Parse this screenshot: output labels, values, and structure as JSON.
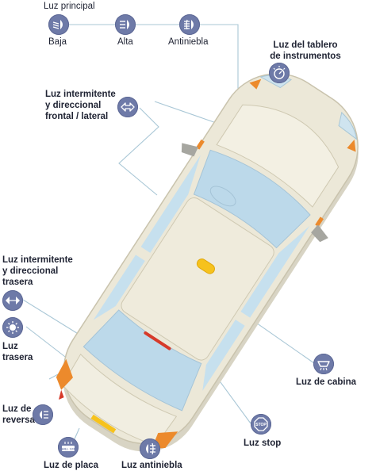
{
  "colors": {
    "icon_fill": "#6e7aa8",
    "car_body": "#ece8d8",
    "glass": "#bcd9ea",
    "indicator_orange": "#ec8a2c",
    "cabin_light": "#f6c21d",
    "leader_lines": "#a9c7d6"
  },
  "headlights": {
    "group_title": "Luz principal",
    "low_label": "Baja",
    "high_label": "Alta",
    "fog_label": "Antiniebla"
  },
  "dashboard_label": "Luz del tablero\nde instrumentos",
  "front_indicator_label": "Luz intermitente\ny direccional\nfrontal / lateral",
  "rear_indicator_label": "Luz intermitente\ny direccional\ntrasera",
  "tail_label": "Luz\ntrasera",
  "reverse_label": "Luz de\nreversa",
  "plate_label": "Luz de placa",
  "rear_fog_label": "Luz antiniebla",
  "cabin_label": "Luz de cabina",
  "stop_label": "Luz stop",
  "icons": {
    "low_beam": "low-beam-icon",
    "high_beam": "high-beam-icon",
    "front_fog": "front-fog-icon",
    "dashboard": "dashboard-light-icon",
    "front_indicator": "hazard-arrows-icon",
    "rear_indicator": "turn-arrows-icon",
    "tail": "tail-light-icon",
    "reverse": "reverse-light-icon",
    "plate": "plate-light-icon",
    "plate_text": "HILL 123",
    "rear_fog": "rear-fog-icon",
    "cabin": "cabin-light-icon",
    "stop": "stop-light-icon",
    "stop_text": "STOP"
  }
}
